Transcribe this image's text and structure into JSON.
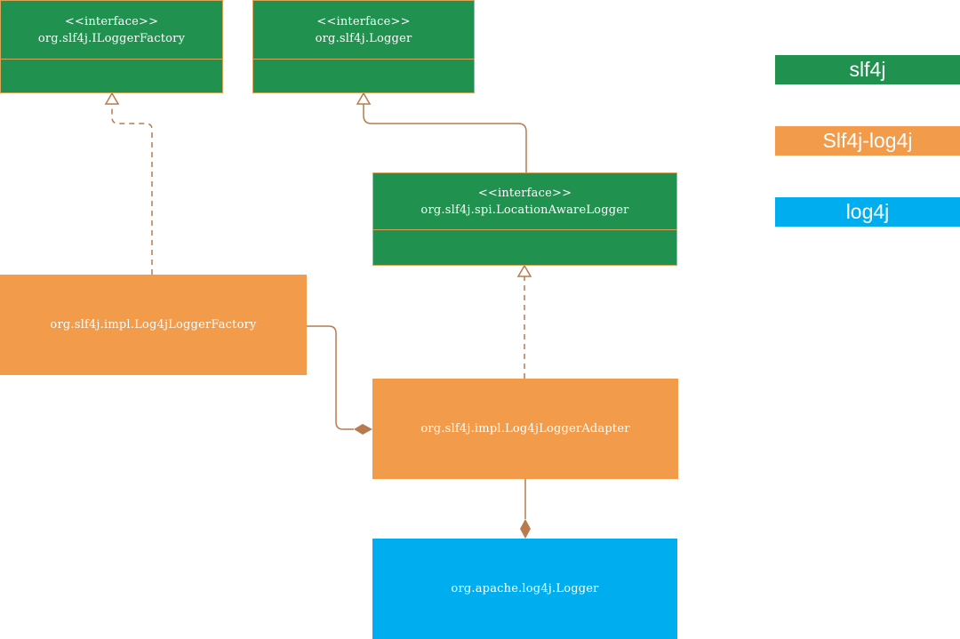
{
  "colors": {
    "slf4j": "#219150",
    "slf4j_log4j": "#f29b4b",
    "log4j": "#00aeef",
    "connector": "#b87a4e",
    "frame_border": "#d6a45a"
  },
  "boxes": {
    "ilogger_factory": {
      "stereotype": "<<interface>>",
      "name": "org.slf4j.ILoggerFactory"
    },
    "logger": {
      "stereotype": "<<interface>>",
      "name": "org.slf4j.Logger"
    },
    "location_aware_logger": {
      "stereotype": "<<interface>>",
      "name": "org.slf4j.spi.LocationAwareLogger"
    },
    "log4j_logger_factory": {
      "name": "org.slf4j.impl.Log4jLoggerFactory"
    },
    "log4j_logger_adapter": {
      "name": "org.slf4j.impl.Log4jLoggerAdapter"
    },
    "apache_logger": {
      "name": "org.apache.log4j.Logger"
    }
  },
  "relations": [
    {
      "from": "org.slf4j.impl.Log4jLoggerFactory",
      "to": "org.slf4j.ILoggerFactory",
      "type": "realization"
    },
    {
      "from": "org.slf4j.spi.LocationAwareLogger",
      "to": "org.slf4j.Logger",
      "type": "generalization"
    },
    {
      "from": "org.slf4j.impl.Log4jLoggerAdapter",
      "to": "org.slf4j.spi.LocationAwareLogger",
      "type": "realization"
    },
    {
      "from": "org.slf4j.impl.Log4jLoggerFactory",
      "to": "org.slf4j.impl.Log4jLoggerAdapter",
      "type": "composition"
    },
    {
      "from": "org.slf4j.impl.Log4jLoggerAdapter",
      "to": "org.apache.log4j.Logger",
      "type": "composition"
    }
  ],
  "legend": [
    {
      "label": "slf4j",
      "color": "#219150"
    },
    {
      "label": "Slf4j-log4j",
      "color": "#f29b4b"
    },
    {
      "label": "log4j",
      "color": "#00aeef"
    }
  ]
}
